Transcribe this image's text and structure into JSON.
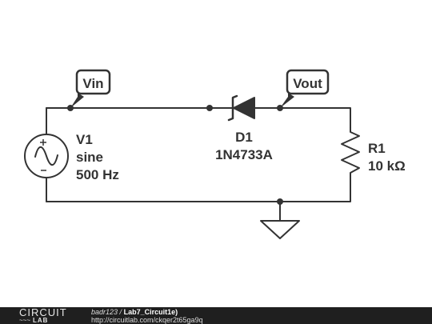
{
  "labels": {
    "vin": "Vin",
    "vout": "Vout"
  },
  "source": {
    "name": "V1",
    "type": "sine",
    "freq": "500 Hz"
  },
  "diode": {
    "name": "D1",
    "part": "1N4733A"
  },
  "resistor": {
    "name": "R1",
    "value": "10 kΩ"
  },
  "footer": {
    "logo_top": "CIRCUIT",
    "logo_wave": "~~~",
    "logo_bottom": "LAB",
    "user": "badr123",
    "separator": "/",
    "project": "Lab7_Circuit1e)",
    "url": "http://circuitlab.com/ckqer2t65ga9q"
  },
  "colors": {
    "wire": "#333333",
    "footer_bg": "#1f1f1f",
    "footer_text": "#ffffff"
  }
}
